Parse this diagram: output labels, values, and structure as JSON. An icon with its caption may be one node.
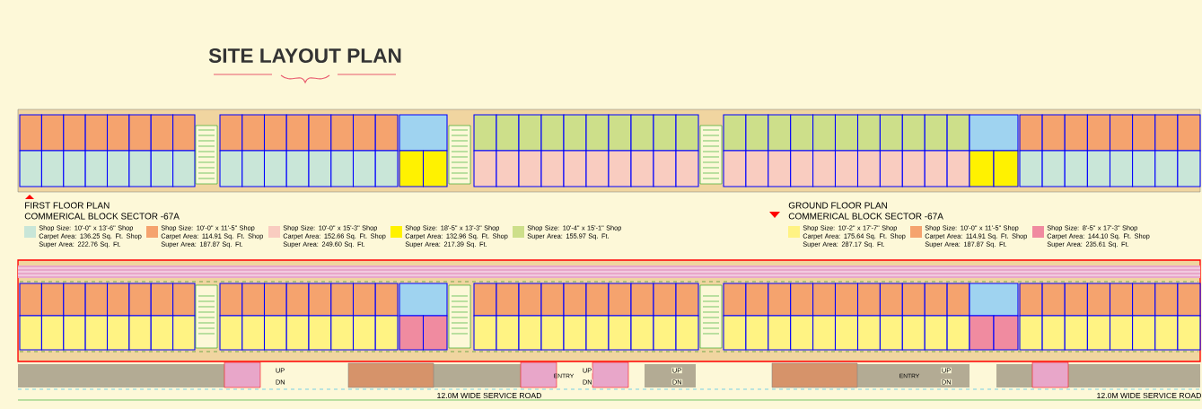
{
  "diagram": {
    "title": "SITE LAYOUT PLAN",
    "labels": [
      "FIRST FLOOR PLAN",
      "COMMERICAL BLOCK SECTOR -67A",
      "GROUND FLOOR PLAN",
      "COMMERICAL BLOCK SECTOR -67A",
      "UP",
      "DN",
      "UP",
      "DN",
      "ENTRY",
      "UP",
      "DN",
      "UP",
      "DN",
      "ENTRY",
      "12.0M WIDE SERVICE ROAD",
      "12.0M WIDE SERVICE ROAD"
    ],
    "legend": [
      {
        "text": "Shop Size: 10'-0\" x 13'-6\" Shop Carpet Area: 136.25 Sq. Ft. Shop Super Area: 222.76 Sq. Ft.",
        "color": "#c9e6d8"
      },
      {
        "text": "Shop Size: 10'-0\" x 11'-5\" Shop Carpet Area: 114.91 Sq. Ft. Shop Super Area: 187.87 Sq. Ft.",
        "color": "#f5a36e"
      },
      {
        "text": "Shop Size: 10'-0\" x 15'-3\" Shop Carpet Area: 152.66 Sq. Ft. Shop Super Area: 249.60 Sq. Ft.",
        "color": "#f9ccc0"
      },
      {
        "text": "Shop Size: 18'-5\" x 13'-3\" Shop Carpet Area: 132.96 Sq. Ft. Shop Super Area: 217.39 Sq. Ft.",
        "color": "#fff200"
      },
      {
        "text": "Shop Size: 10'-4\" x 15'-1\" Shop Super Area: 155.97 Sq. Ft.",
        "color": "#cddf8a"
      },
      {
        "text": "Shop Size: 10'-2\" x 17'-7\" Shop Carpet Area: 175.64 Sq. Ft. Shop Super Area: 287.17 Sq. Ft.",
        "color": "#fff383"
      },
      {
        "text": "Shop Size: 10'-0\" x 11'-5\" Shop Carpet Area: 114.91 Sq. Ft. Shop Super Area: 187.87 Sq. Ft.",
        "color": "#f5a36e"
      },
      {
        "text": "Shop Size: 8'-5\" x 17'-3\" Shop Carpet Area: 144.10 Sq. Ft. Shop Super Area: 235.61 Sq. Ft.",
        "color": "#f08ba0"
      }
    ]
  }
}
